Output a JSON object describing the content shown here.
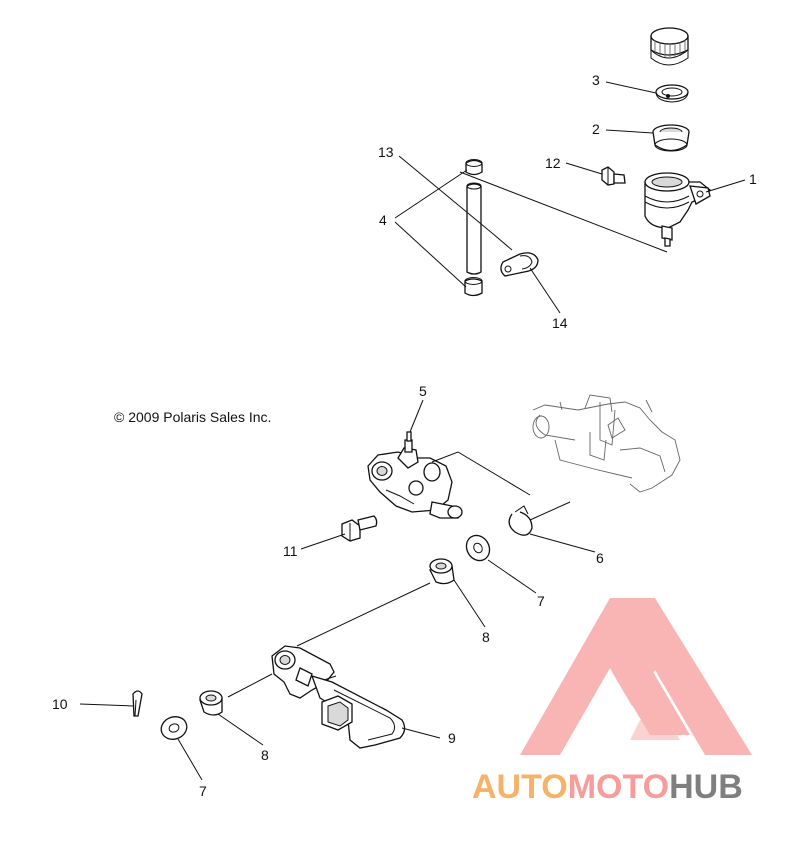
{
  "copyright": "© 2009 Polaris Sales Inc.",
  "callouts": {
    "c1": "1",
    "c2": "2",
    "c3": "3",
    "c4": "4",
    "c5": "5",
    "c6": "6",
    "c7a": "7",
    "c7b": "7",
    "c8a": "8",
    "c8b": "8",
    "c9": "9",
    "c10": "10",
    "c11": "11",
    "c12": "12",
    "c13": "13",
    "c14": "14"
  },
  "watermark": {
    "part_auto": "AUTO",
    "part_moto": "MOTO",
    "part_hub": "HUB",
    "colors": {
      "auto": "#f7b26a",
      "moto": "#f79b9b",
      "hub": "#7f7f7f",
      "logo": "#f79b9b"
    }
  }
}
